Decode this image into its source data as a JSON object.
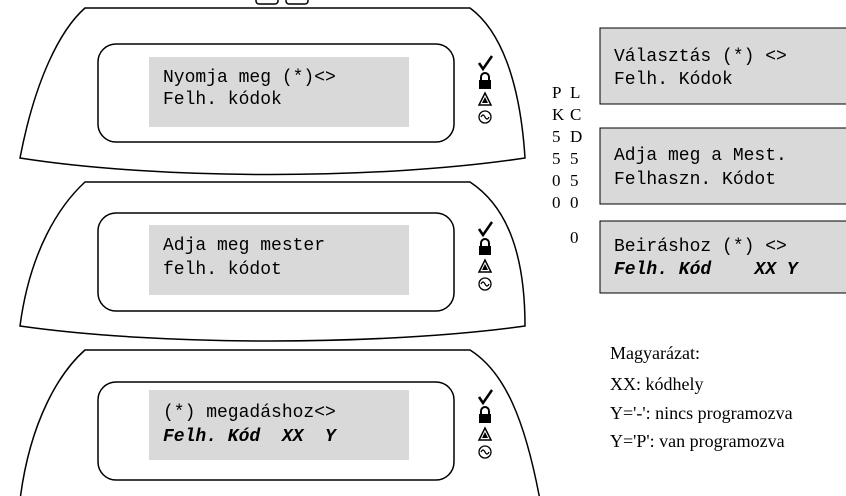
{
  "keypads": [
    {
      "line1": "Nyomja meg (*)<>",
      "line2": "Felh. kódok",
      "line2_bold": false
    },
    {
      "line1": "Adja meg mester",
      "line2": "felh. kódot",
      "line2_bold": false
    },
    {
      "line1": "(*) megadáshoz<>",
      "line2": "Felh. Kód  XX  Y",
      "line2_bold": true
    }
  ],
  "model_columns": {
    "left": [
      "P",
      "K",
      "5",
      "5",
      "0",
      "0"
    ],
    "right": [
      "L",
      "C",
      "D",
      "5",
      "5",
      "0",
      "0"
    ]
  },
  "alt_displays": [
    {
      "line1": "Választás (*) <>",
      "line2": "Felh. Kódok",
      "line2_bold": false
    },
    {
      "line1": "Adja meg a Mest.",
      "line2": "Felhaszn. Kódot",
      "line2_bold": false
    },
    {
      "line1": "Beiráshoz (*) <>",
      "line2": "Felh. Kód    XX Y",
      "line2_bold": true
    }
  ],
  "legend": {
    "title": "Magyarázat:",
    "lines": [
      "XX: kódhely",
      "Y='-': nincs programozva",
      "Y='P': van programozva"
    ]
  },
  "colors": {
    "lcd_bg": "#d9d9d9",
    "line": "#000000"
  },
  "icons": [
    "check-icon",
    "lock-icon",
    "warning-triangle-icon",
    "ac-power-icon"
  ]
}
